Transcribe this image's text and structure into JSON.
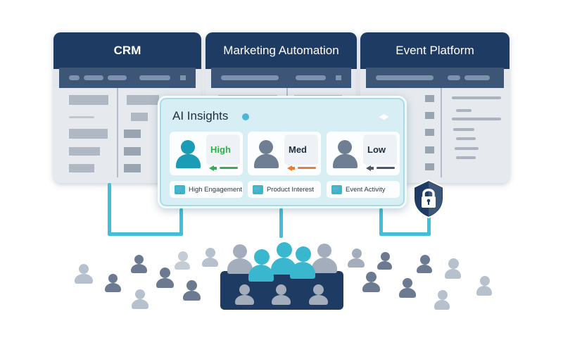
{
  "panels": [
    {
      "id": "crm",
      "title": "CRM"
    },
    {
      "id": "marketing",
      "title": "Marketing Automation"
    },
    {
      "id": "event",
      "title": "Event Platform"
    }
  ],
  "insights": {
    "title": "AI Insights",
    "nav_icon": "left-right-arrows",
    "segments": [
      {
        "level": "High",
        "color": "#2fb24e",
        "avatar_color": "#1a9bb6",
        "tag_label": "High Engagement",
        "tag_icon": "cart-icon"
      },
      {
        "level": "Med",
        "color": "#ef7b2b",
        "avatar_color": "#707e93",
        "tag_label": "Product Interest",
        "tag_icon": "cart-icon"
      },
      {
        "level": "Low",
        "color": "#4b5668",
        "avatar_color": "#707e93",
        "tag_label": "Event Activity",
        "tag_icon": "cart-icon"
      }
    ]
  },
  "security": {
    "icon": "shield-lock-icon"
  },
  "colors": {
    "navy": "#1e3b63",
    "accent": "#3fbfd8",
    "panel_bg": "#e6eaef",
    "insight_bg": "#d7eef4"
  }
}
